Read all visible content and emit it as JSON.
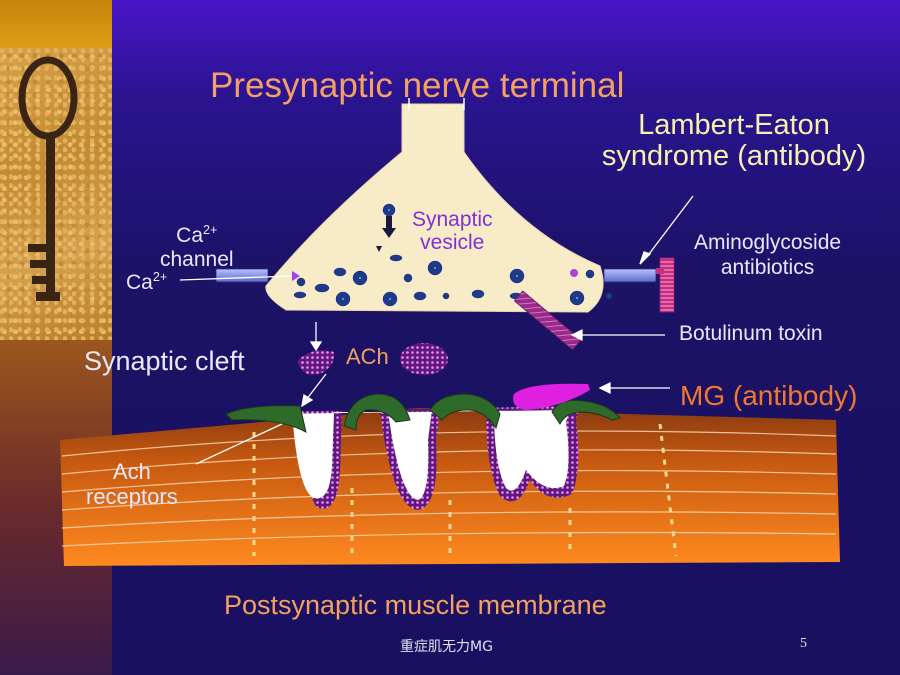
{
  "slide": {
    "title": "Presynaptic nerve terminal",
    "footer_text": "重症肌无力MG",
    "page_number": "5"
  },
  "labels": {
    "lambert_eaton": "Lambert-Eaton syndrome (antibody)",
    "ca_channel_base": "Ca",
    "ca_channel_sup": "2+",
    "ca_channel_word": "channel",
    "ca_ion_base": "Ca",
    "ca_ion_sup": "2+",
    "synaptic_vesicle_line1": "Synaptic",
    "synaptic_vesicle_line2": "vesicle",
    "aminoglycoside_line1": "Aminoglycoside",
    "aminoglycoside_line2": "antibiotics",
    "botulinum": "Botulinum toxin",
    "synaptic_cleft": "Synaptic cleft",
    "ach": "ACh",
    "mg_antibody": "MG (antibody)",
    "ach_receptors_line1": "Ach",
    "ach_receptors_line2": "receptors",
    "postsynaptic": "Postsynaptic muscle membrane"
  },
  "colors": {
    "title": "#f4a060",
    "lambert": "#f6f0b0",
    "vesicle_label": "#8030d8",
    "mg_label": "#f07830",
    "terminal_fill": "#f8ecc8",
    "vesicle": "#1e3a8a",
    "receptor_green": "#2e6a2a",
    "receptor_dots": "#c020c0",
    "mg_antibody": "#e020e0",
    "muscle_top": "#b04a10",
    "muscle_bottom": "#ff8a1a"
  }
}
